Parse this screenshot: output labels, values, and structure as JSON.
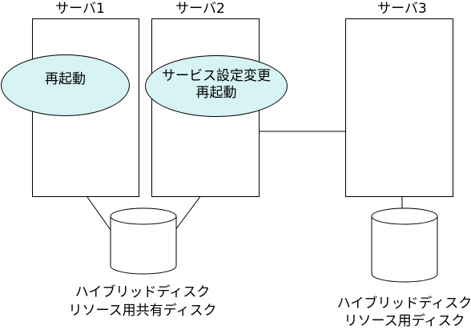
{
  "servers": [
    {
      "title": "サーバ1"
    },
    {
      "title": "サーバ2"
    },
    {
      "title": "サーバ3"
    }
  ],
  "actions": {
    "server1": {
      "line1": "再起動"
    },
    "server2": {
      "line1": "サービス設定変更",
      "line2": "再起動"
    }
  },
  "disks": {
    "shared": {
      "line1": "ハイブリッドディスク",
      "line2": "リソース用共有ディスク"
    },
    "server3": {
      "line1": "ハイブリッドディスク",
      "line2": "リソース用ディスク"
    }
  },
  "colors": {
    "oval_fill": "#d7f3f3",
    "stroke": "#000000"
  }
}
